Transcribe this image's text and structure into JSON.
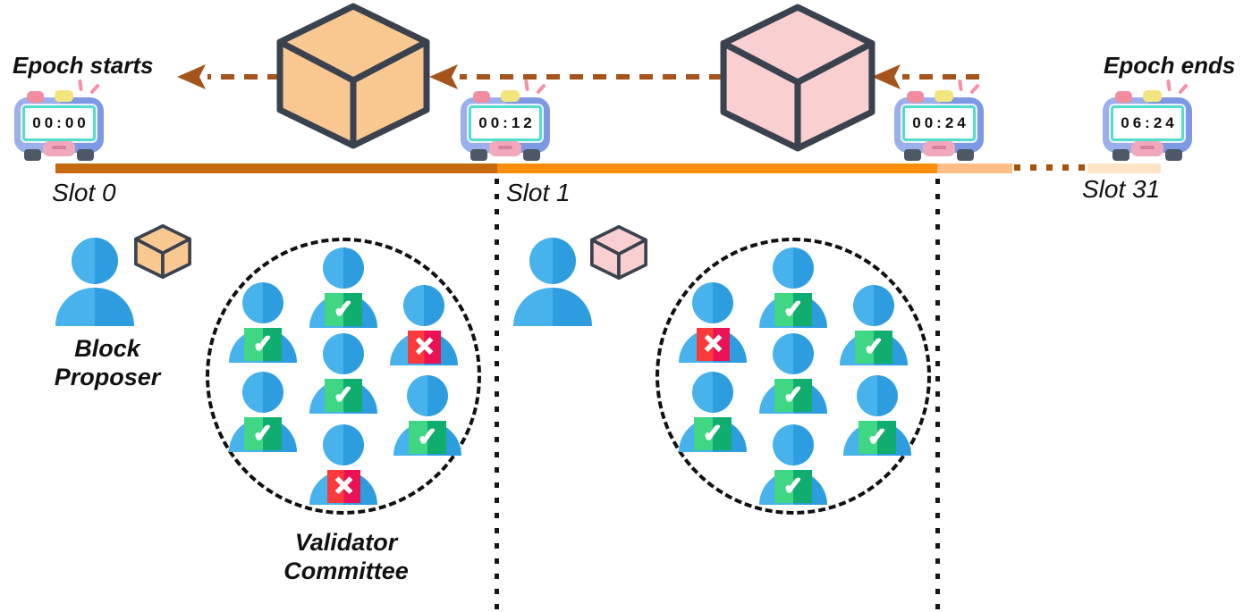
{
  "labels": {
    "epoch_starts": "Epoch starts",
    "epoch_ends": "Epoch ends",
    "slot0": "Slot 0",
    "slot1": "Slot 1",
    "slot31": "Slot 31",
    "block_proposer": "Block\nProposer",
    "validator_committee": "Validator\nCommittee"
  },
  "clocks": [
    {
      "name": "epoch-start-clock",
      "time": "00:00"
    },
    {
      "name": "slot-1-clock",
      "time": "00:12"
    },
    {
      "name": "slot-2-clock",
      "time": "00:24"
    },
    {
      "name": "epoch-end-clock",
      "time": "06:24"
    }
  ],
  "blocks": {
    "slot0_block_color": "#F8C890",
    "slot1_block_color": "#F9CFD0",
    "outline_color": "#3A4250"
  },
  "colors": {
    "arrow": "#A5551B",
    "timeline_slot0": "#C6690F",
    "timeline_slot1": "#FE8D0C",
    "timeline_peach": "#FFBE85",
    "timeline_light": "#FFE5C7",
    "timeline_dots": "#A4520E",
    "person_light": "#47B2EC",
    "person_dark": "#2D9DE0",
    "check_green_light": "#3FD684",
    "check_green_dark": "#0FAE6E",
    "x_red_light": "#FB3B3B",
    "x_red_dark": "#EA1254",
    "clock_body": "#7E99E4",
    "clock_screen_border": "#52DEC9"
  },
  "committees": [
    {
      "slot": "Slot 0",
      "votes": {
        "tc": "check",
        "tl": "check",
        "tr": "x",
        "mc": "check",
        "ml": "check",
        "mr": "check",
        "bc": "x"
      }
    },
    {
      "slot": "Slot 1",
      "votes": {
        "tc": "check",
        "tl": "x",
        "tr": "check",
        "mc": "check",
        "ml": "check",
        "mr": "check",
        "bc": "check"
      }
    }
  ]
}
